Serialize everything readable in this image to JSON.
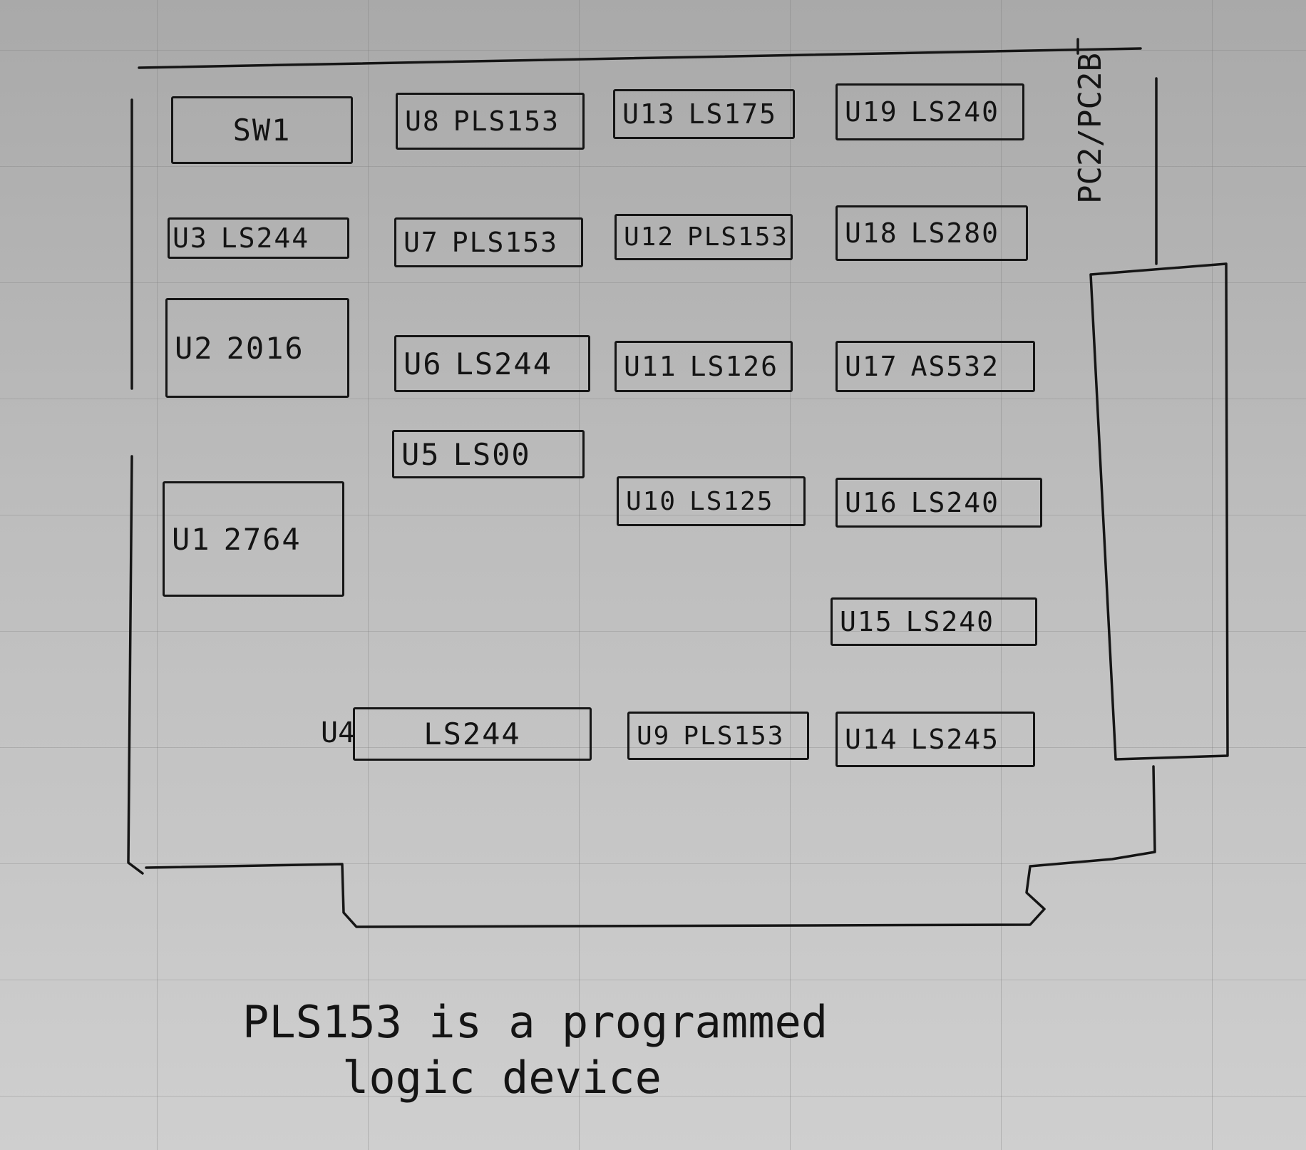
{
  "components": {
    "sw1": "SW1",
    "u1": {
      "ref": "U1",
      "part": "2764"
    },
    "u2": {
      "ref": "U2",
      "part": "2016"
    },
    "u3": {
      "ref": "U3",
      "part": "LS244"
    },
    "u4": {
      "ref": "U4",
      "part": "LS244"
    },
    "u5": {
      "ref": "U5",
      "part": "LS00"
    },
    "u6": {
      "ref": "U6",
      "part": "LS244"
    },
    "u7": {
      "ref": "U7",
      "part": "PLS153"
    },
    "u8": {
      "ref": "U8",
      "part": "PLS153"
    },
    "u9": {
      "ref": "U9",
      "part": "PLS153"
    },
    "u10": {
      "ref": "U10",
      "part": "LS125"
    },
    "u11": {
      "ref": "U11",
      "part": "LS126"
    },
    "u12": {
      "ref": "U12",
      "part": "PLS153"
    },
    "u13": {
      "ref": "U13",
      "part": "LS175"
    },
    "u14": {
      "ref": "U14",
      "part": "LS245"
    },
    "u15": {
      "ref": "U15",
      "part": "LS240"
    },
    "u16": {
      "ref": "U16",
      "part": "LS240"
    },
    "u17": {
      "ref": "U17",
      "part": "AS532"
    },
    "u18": {
      "ref": "U18",
      "part": "LS280"
    },
    "u19": {
      "ref": "U19",
      "part": "LS240"
    }
  },
  "connector_label": "PC2/PC2B",
  "note": {
    "line1": "PLS153 is a programmed",
    "line2": "logic device"
  }
}
